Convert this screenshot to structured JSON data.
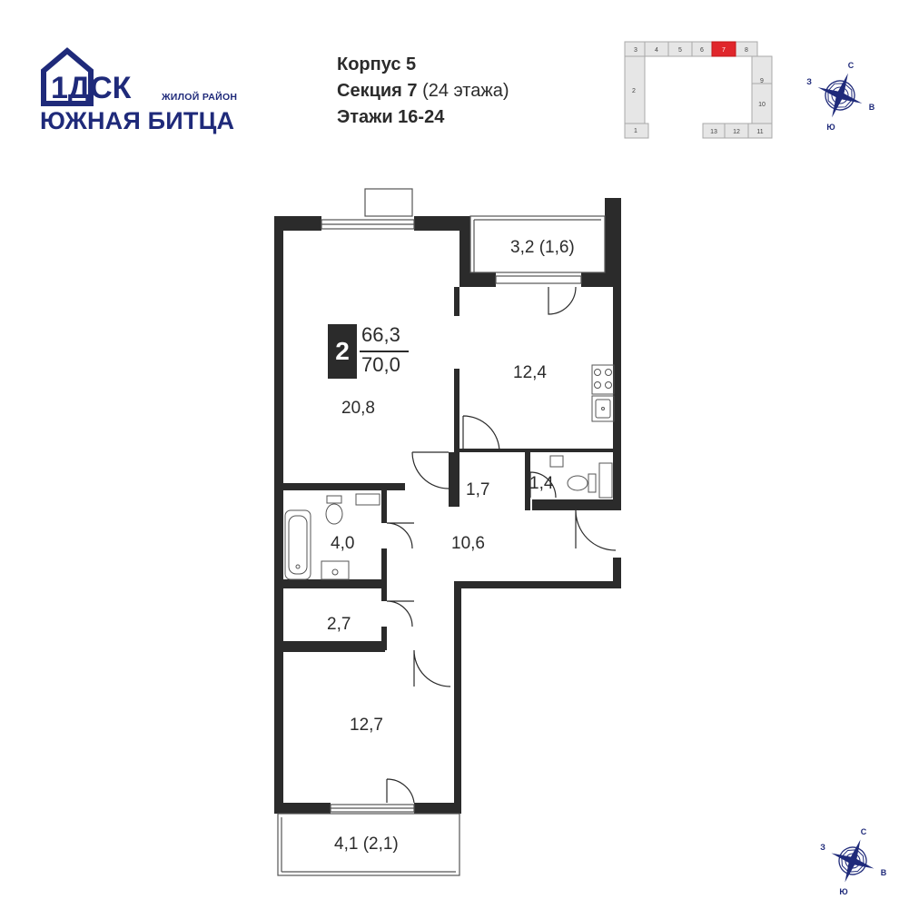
{
  "brand": {
    "logo_text": "1ДСК",
    "subtitle": "ЖИЛОЙ РАЙОН",
    "name": "ЮЖНАЯ БИТЦА",
    "color": "#1f2a7a"
  },
  "info": {
    "building": "Корпус 5",
    "section_label": "Секция 7",
    "section_floors": "(24 этажа)",
    "floors": "Этажи 16-24"
  },
  "apartment": {
    "rooms": "2",
    "living_area": "66,3",
    "total_area": "70,0"
  },
  "rooms": {
    "balcony_top": "3,2 (1,6)",
    "kitchen": "12,4",
    "living_room": "20,8",
    "closet": "1,7",
    "wc": "1,4",
    "bathroom": "4,0",
    "hall": "10,6",
    "storage": "2,7",
    "bedroom": "12,7",
    "balcony_bottom": "4,1 (2,1)"
  },
  "keyplan": {
    "sections": [
      "1",
      "2",
      "3",
      "4",
      "5",
      "6",
      "7",
      "8",
      "9",
      "10",
      "11",
      "12",
      "13"
    ],
    "highlighted": "7",
    "highlight_color": "#e0262b"
  },
  "compass": {
    "north": "С",
    "south": "Ю",
    "east": "В",
    "west": "З",
    "color": "#1f2a7a"
  }
}
